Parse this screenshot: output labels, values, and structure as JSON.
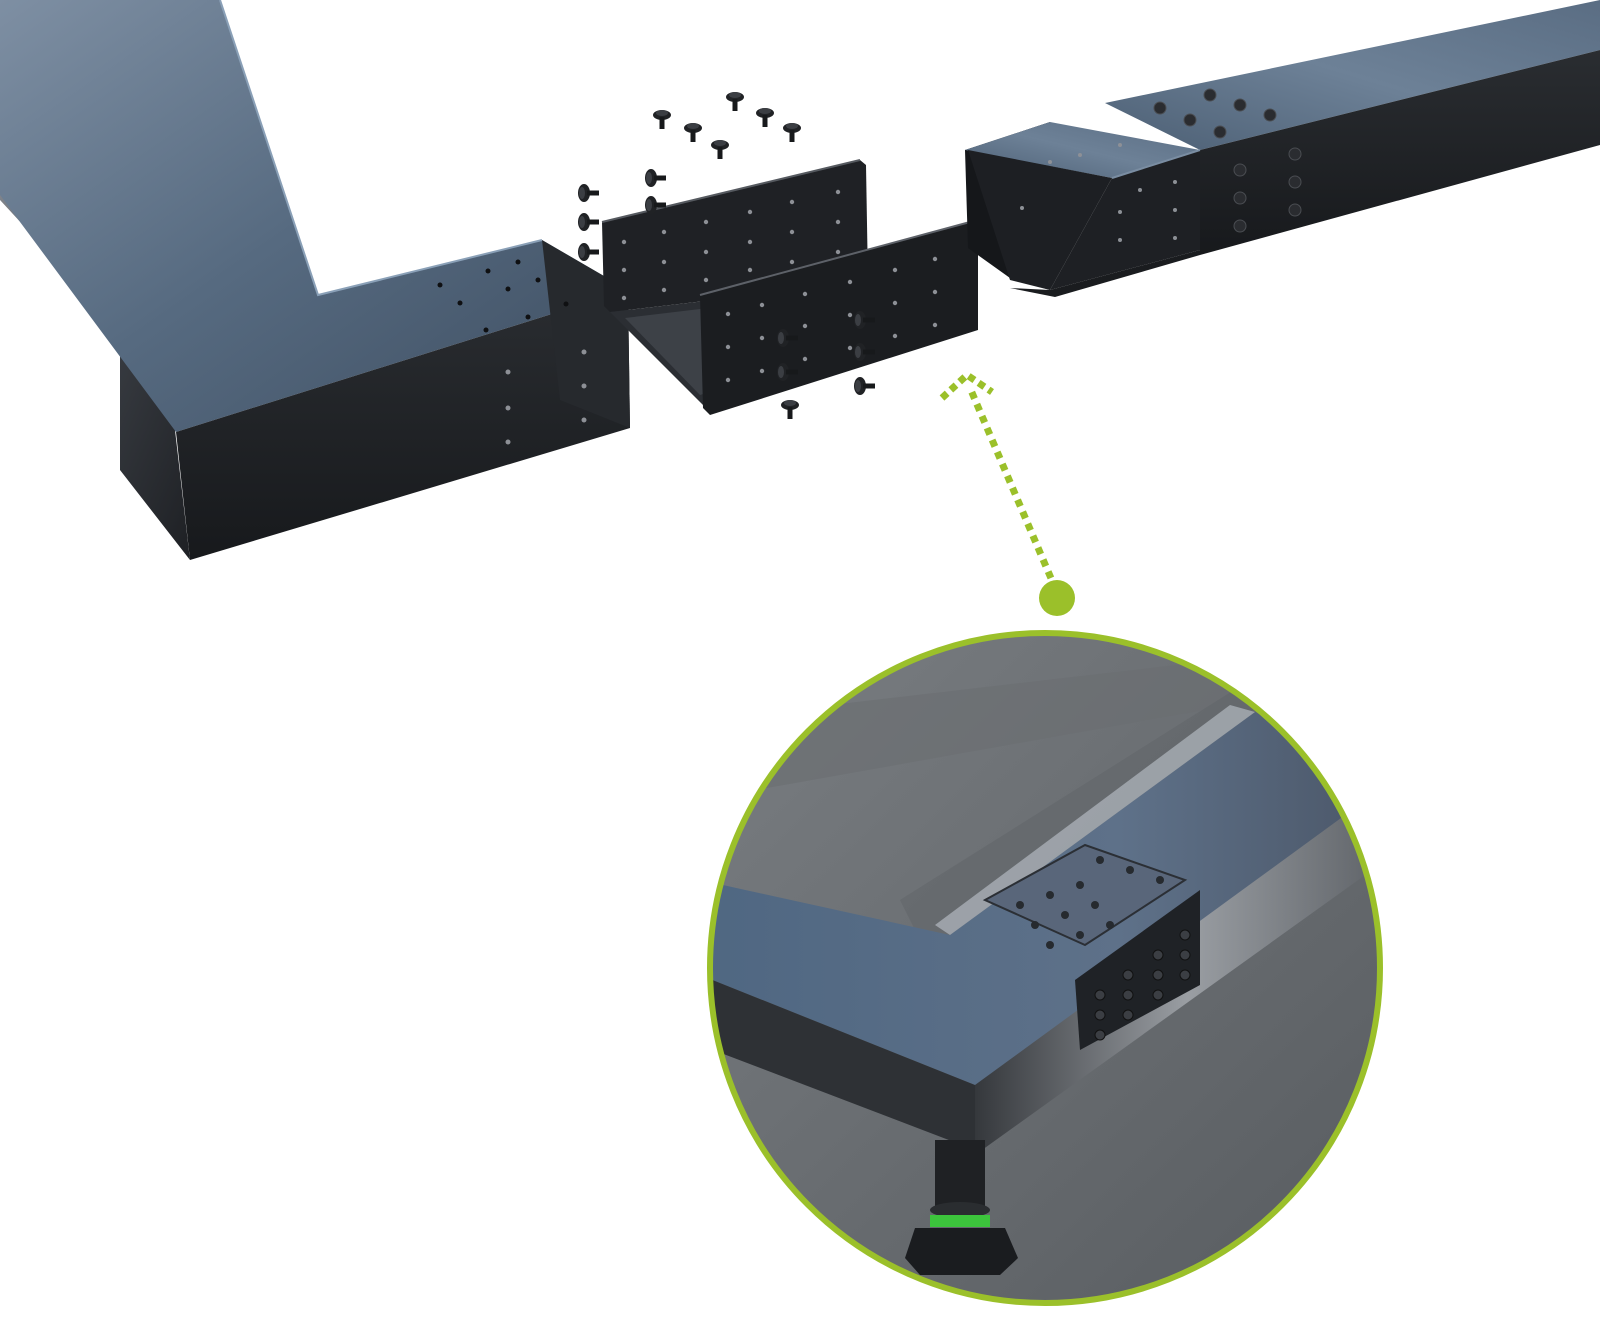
{
  "illustration": {
    "subject": "exploded-beam-connector-assembly",
    "parts": [
      "l-shaped-beam-section",
      "u-channel-connector-bracket",
      "side-splice-plate",
      "bolt-set",
      "straight-beam-section",
      "assembled-beam-joint",
      "adjustable-pedestal-foot"
    ],
    "callout": {
      "shape": "circle",
      "target": "assembled-joint-detail"
    }
  },
  "colors": {
    "background": "#ffffff",
    "accent": "#9bc02a",
    "beam_dark": "#1d1f22",
    "beam_top_light": "#5a6f86",
    "deck_gray": "#6e7275",
    "pedestal_ring": "#3cc43c"
  }
}
